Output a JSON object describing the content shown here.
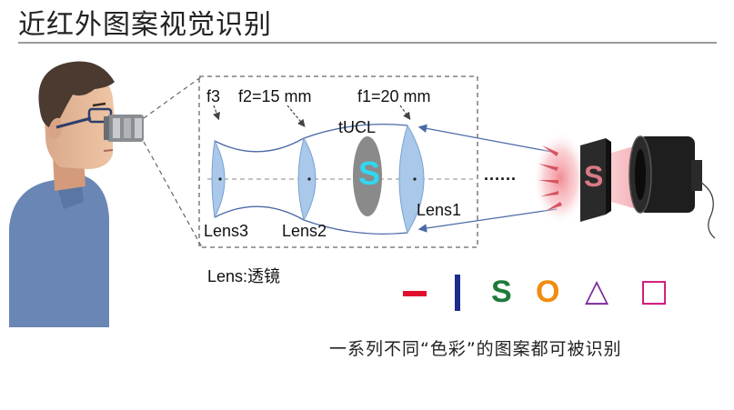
{
  "title": "近红外图案视觉识别",
  "labels": {
    "f3": "f3",
    "f2": "f2=15 mm",
    "f1": "f1=20 mm",
    "tucl": "tUCL",
    "lens1": "Lens1",
    "lens2": "Lens2",
    "lens3": "Lens3",
    "lens_note": "Lens:透镜",
    "dots": "......",
    "s_letter": "S"
  },
  "patterns": {
    "items": [
      {
        "name": "dash",
        "glyph": "",
        "color": "#e0102c"
      },
      {
        "name": "bar",
        "glyph": "",
        "color": "#1c2c8c"
      },
      {
        "name": "s",
        "glyph": "S",
        "color": "#1f7a3a"
      },
      {
        "name": "o",
        "glyph": "O",
        "color": "#f08c10"
      },
      {
        "name": "triangle",
        "glyph": "△",
        "color": "#7a2a9a"
      },
      {
        "name": "square",
        "glyph": "□",
        "color": "#d0107a"
      }
    ],
    "caption": "一系列不同“色彩”的图案都可被识别"
  },
  "colors": {
    "lens": "#a9c8ea",
    "tucl": "#8a8a8a",
    "s_cyan": "#2fd8f0",
    "ray": "#5a7ab0",
    "glow": "#f3a0a8"
  }
}
